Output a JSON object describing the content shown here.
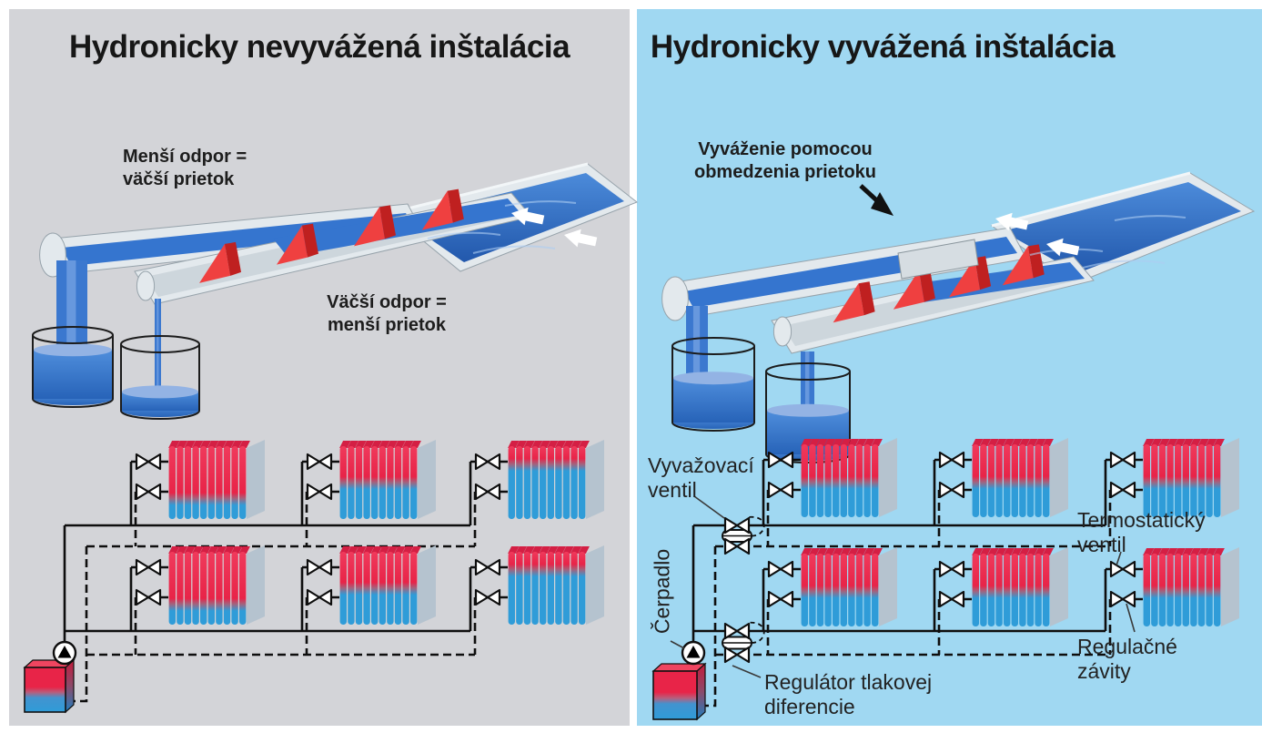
{
  "left_panel": {
    "title": "Hydronicky nevyvážená inštalácia",
    "background": "#d3d4d8",
    "labels": {
      "less_resistance_line1": "Menší odpor =",
      "less_resistance_line2": "väčší prietok",
      "more_resistance_line1": "Väčší odpor =",
      "more_resistance_line2": "menší prietok"
    },
    "radiator_hot_fractions": [
      [
        0.72,
        0.5,
        0.25
      ],
      [
        0.72,
        0.5,
        0.25
      ]
    ],
    "beaker_fill_levels": [
      0.78,
      0.32
    ]
  },
  "right_panel": {
    "title": "Hydronicky vyvážená inštalácia",
    "background": "#a0d8f2",
    "labels": {
      "balancing_note_line1": "Vyváženie pomocou",
      "balancing_note_line2": "obmedzenia prietoku",
      "balancing_valve_line1": "Vyvažovací",
      "balancing_valve_line2": "ventil",
      "pump": "Čerpadlo",
      "pressure_regulator_line1": "Regulátor tlakovej",
      "pressure_regulator_line2": "diferencie",
      "thermostatic_valve_line1": "Termostatický",
      "thermostatic_valve_line2": "ventil",
      "control_threads_line1": "Regulačné",
      "control_threads_line2": "závity"
    },
    "radiator_hot_fractions": [
      [
        0.52,
        0.52,
        0.52
      ],
      [
        0.52,
        0.52,
        0.52
      ]
    ],
    "beaker_fill_levels": [
      0.6,
      0.55
    ]
  },
  "colors": {
    "hot": "#e82448",
    "cold": "#2f9cd8",
    "pipe": "#0e0e0e",
    "water_deep": "#2763b8",
    "water_light": "#4f8edc",
    "metal": "#e3e9ed",
    "metal_edge": "#97a3ab",
    "baffle_red": "#ef4040",
    "left_bg": "#d3d4d8",
    "right_bg": "#a0d8f2"
  }
}
